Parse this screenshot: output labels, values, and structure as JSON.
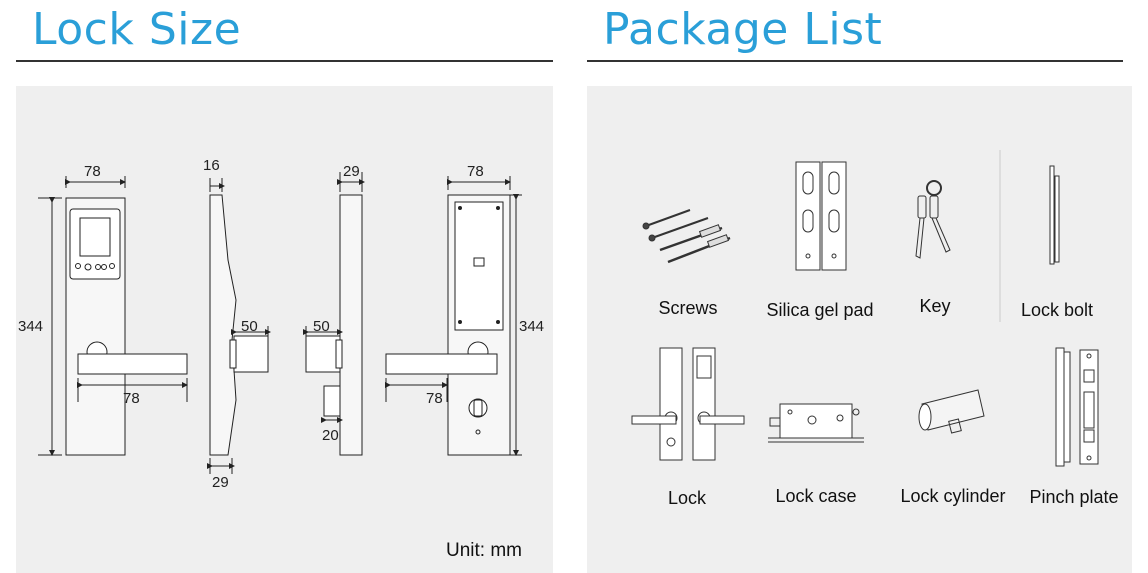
{
  "left": {
    "title": "Lock Size",
    "unit": "Unit: mm",
    "dims": {
      "front_width": "78",
      "front_height": "344",
      "front_handle": "78",
      "side_thickness": "16",
      "side_handle_depth": "50",
      "side_bottom": "29",
      "side2_thickness": "29",
      "side2_handle_depth": "50",
      "side2_knob": "20",
      "back_width": "78",
      "back_height": "344",
      "back_handle": "78"
    }
  },
  "right": {
    "title": "Package List",
    "items": [
      "Screws",
      "Silica gel pad",
      "Key",
      "Lock bolt",
      "Lock",
      "Lock case",
      "Lock cylinder",
      "Pinch plate"
    ]
  }
}
